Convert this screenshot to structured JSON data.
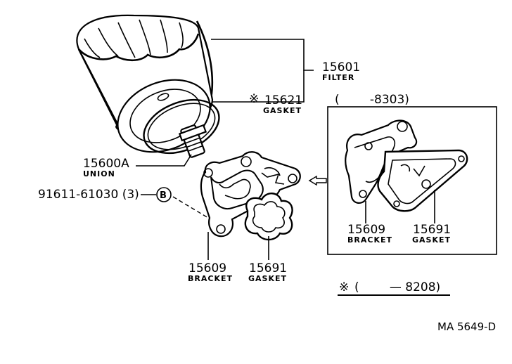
{
  "parts": {
    "filter": {
      "number": "15601",
      "name": "FILTER"
    },
    "gasket_top": {
      "mark": "※",
      "number": "15621",
      "name": "GASKET"
    },
    "union": {
      "number": "15600A",
      "name": "UNION"
    },
    "bolt": {
      "number": "91611-61030 (3)",
      "ref": "B"
    },
    "bracket_main": {
      "number": "15609",
      "name": "BRACKET"
    },
    "gasket_main": {
      "number": "15691",
      "name": "GASKET"
    },
    "bracket_inset": {
      "number": "15609",
      "name": "BRACKET"
    },
    "gasket_inset": {
      "number": "15691",
      "name": "GASKET"
    }
  },
  "inset": {
    "range": "(        -8303)"
  },
  "note": {
    "mark": "※",
    "range": "(        — 8208)"
  },
  "figure_id": "MA 5649-D"
}
